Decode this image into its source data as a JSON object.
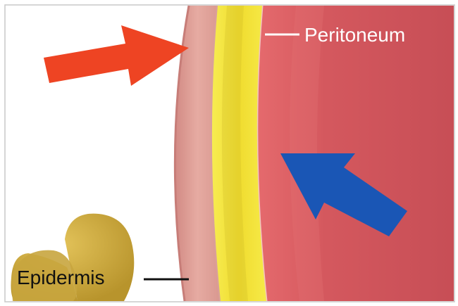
{
  "labels": {
    "peritoneum": "Peritoneum",
    "epidermis": "Epidermis"
  },
  "colors": {
    "background": "#ffffff",
    "frame": "#c8c8c8",
    "skin_outer": "#d9978f",
    "skin_inner": "#e0a59c",
    "fat_layer": "#f2e23a",
    "fat_dark": "#d9c62a",
    "muscle": "#d85c60",
    "muscle_dark": "#c24a52",
    "red_arrow": "#ee4423",
    "blue_arrow": "#1a56b5",
    "gland": "#c9a83a",
    "label_light": "#ffffff",
    "label_dark": "#111111"
  },
  "arrows": [
    {
      "name": "external-arrow",
      "color_key": "red_arrow"
    },
    {
      "name": "internal-arrow",
      "color_key": "blue_arrow"
    }
  ]
}
